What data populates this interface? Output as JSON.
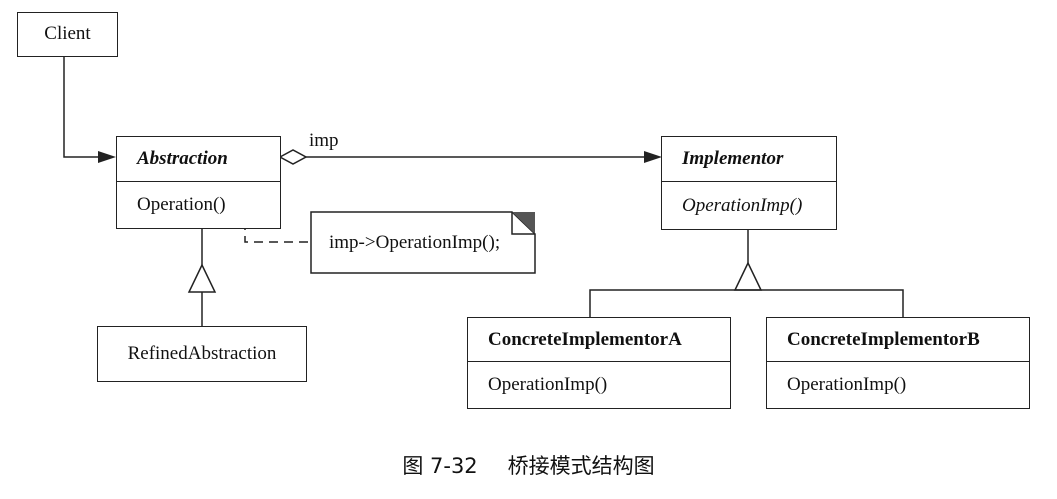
{
  "client": {
    "label": "Client"
  },
  "abstraction": {
    "name": "Abstraction",
    "operation": "Operation()"
  },
  "refined_abstraction": {
    "name": "RefinedAbstraction"
  },
  "implementor": {
    "name": "Implementor",
    "operation": "OperationImp()"
  },
  "concrete_a": {
    "name": "ConcreteImplementorA",
    "operation": "OperationImp()"
  },
  "concrete_b": {
    "name": "ConcreteImplementorB",
    "operation": "OperationImp()"
  },
  "association": {
    "label": "imp"
  },
  "note": {
    "text": "imp->OperationImp();"
  },
  "caption": {
    "figure": "图 7-32",
    "title": "桥接模式结构图"
  }
}
